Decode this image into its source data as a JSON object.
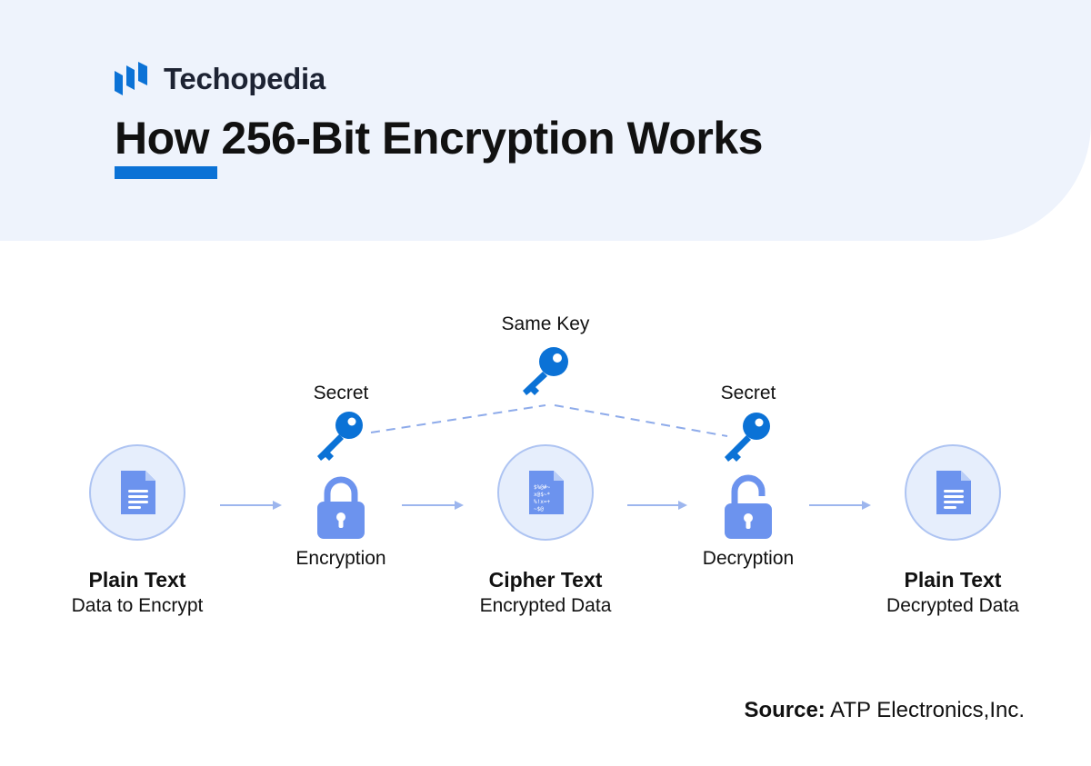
{
  "brand": {
    "name": "Techopedia"
  },
  "title": "How 256-Bit Encryption Works",
  "diagram": {
    "same_key_label": "Same Key",
    "secret_left_label": "Secret",
    "secret_right_label": "Secret",
    "encryption_label": "Encryption",
    "decryption_label": "Decryption",
    "plain_text": {
      "title": "Plain Text",
      "subtitle": "Data to Encrypt"
    },
    "cipher_text": {
      "title": "Cipher Text",
      "subtitle": "Encrypted Data"
    },
    "decrypted_text": {
      "title": "Plain Text",
      "subtitle": "Decrypted Data"
    },
    "cipher_glyphs": [
      "$%@#~",
      "x@$~*",
      "%!x=+",
      "~$@"
    ]
  },
  "source": {
    "label": "Source:",
    "text": "ATP Electronics,Inc."
  },
  "colors": {
    "header_bg": "#eef3fc",
    "accent_blue": "#0b72d6",
    "icon_blue": "#6c93ee",
    "circle_fill": "#e6eefc",
    "circle_stroke": "#aec4f2",
    "arrow": "#9db6ee"
  }
}
